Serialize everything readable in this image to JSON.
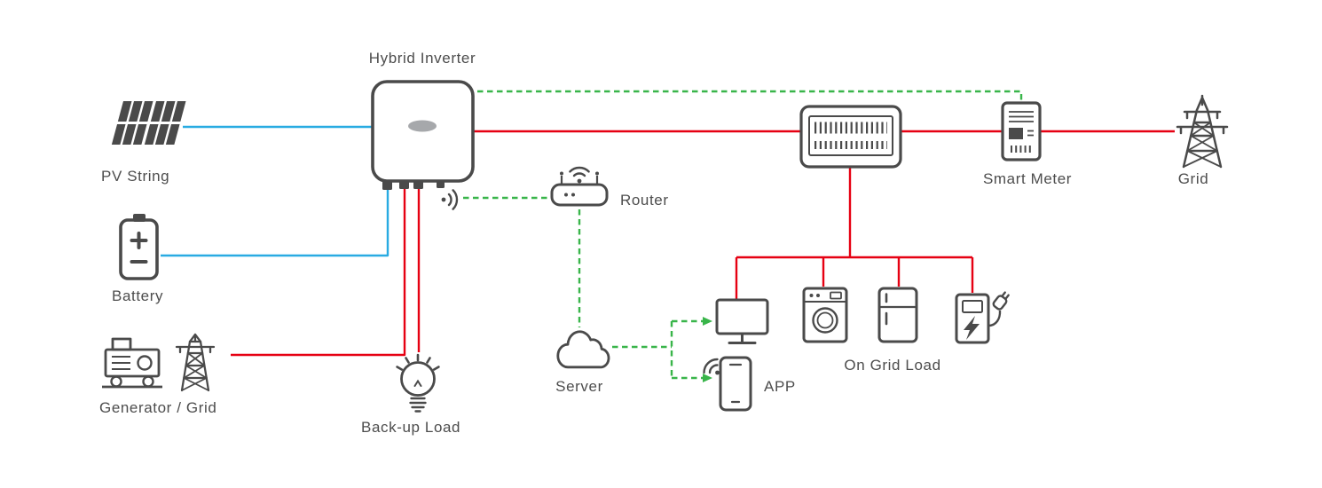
{
  "diagram": {
    "type": "hybrid-inverter-system-connection-diagram",
    "labels": {
      "hybrid_inverter": "Hybrid Inverter",
      "pv_string": "PV String",
      "battery": "Battery",
      "generator_grid": "Generator / Grid",
      "backup_load": "Back-up Load",
      "router": "Router",
      "server": "Server",
      "app": "APP",
      "smart_meter": "Smart Meter",
      "grid": "Grid",
      "on_grid_load": "On Grid Load"
    },
    "unlabeled_components": [
      "distribution-box",
      "monitor",
      "washing-machine",
      "refrigerator",
      "ev-charger"
    ],
    "connections": [
      {
        "from": "pv-string",
        "to": "hybrid-inverter",
        "type": "dc-power",
        "style": "solid",
        "color": "#29abe2"
      },
      {
        "from": "battery",
        "to": "hybrid-inverter",
        "type": "dc-power",
        "style": "solid",
        "color": "#29abe2"
      },
      {
        "from": "hybrid-inverter",
        "to": "generator-grid",
        "type": "ac-power",
        "style": "solid",
        "color": "#e60012"
      },
      {
        "from": "hybrid-inverter",
        "to": "backup-load",
        "type": "ac-power",
        "style": "solid",
        "color": "#e60012"
      },
      {
        "from": "hybrid-inverter",
        "to": "grid",
        "via": [
          "distribution-box",
          "smart-meter"
        ],
        "type": "ac-power",
        "style": "solid",
        "color": "#e60012"
      },
      {
        "from": "distribution-box",
        "to": "on-grid-load",
        "type": "ac-power",
        "style": "solid",
        "color": "#e60012"
      },
      {
        "from": "hybrid-inverter",
        "to": "smart-meter",
        "type": "communication",
        "style": "dashed",
        "color": "#39b54a"
      },
      {
        "from": "hybrid-inverter",
        "to": "router",
        "type": "communication",
        "style": "dashed",
        "color": "#39b54a"
      },
      {
        "from": "router",
        "to": "server",
        "type": "communication",
        "style": "dashed",
        "color": "#39b54a"
      },
      {
        "from": "server",
        "to": "monitor",
        "type": "communication",
        "style": "dashed",
        "arrow": true,
        "color": "#39b54a"
      },
      {
        "from": "server",
        "to": "app",
        "type": "communication",
        "style": "dashed",
        "arrow": true,
        "color": "#39b54a"
      }
    ]
  },
  "colors": {
    "dc_line": "#29abe2",
    "ac_line": "#e60012",
    "comm_line": "#39b54a",
    "icon_stroke": "#4a4a4a",
    "label_text": "#4d4d4d",
    "led_gray": "#a6a8ab",
    "background": "#ffffff"
  }
}
